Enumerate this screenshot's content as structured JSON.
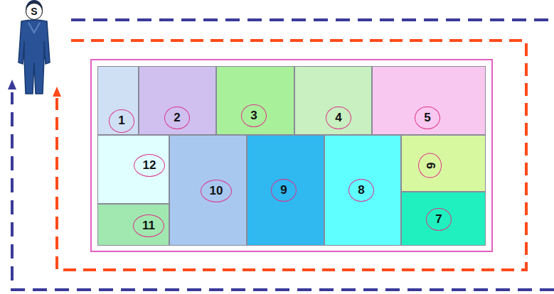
{
  "diagram": {
    "nodes": [
      {
        "text": [
          "S"
        ]
      },
      {
        "text": [
          "1"
        ]
      },
      {
        "text": [
          "2"
        ]
      },
      {
        "text": [
          "3"
        ]
      },
      {
        "text": [
          "4"
        ]
      },
      {
        "text": [
          "5"
        ]
      },
      {
        "text": [
          "12"
        ]
      },
      {
        "text": [
          "10"
        ]
      },
      {
        "text": [
          "9"
        ]
      },
      {
        "text": [
          "8"
        ]
      },
      {
        "text": [
          "6"
        ]
      },
      {
        "text": [
          "11"
        ]
      },
      {
        "text": [
          "7"
        ]
      }
    ]
  }
}
